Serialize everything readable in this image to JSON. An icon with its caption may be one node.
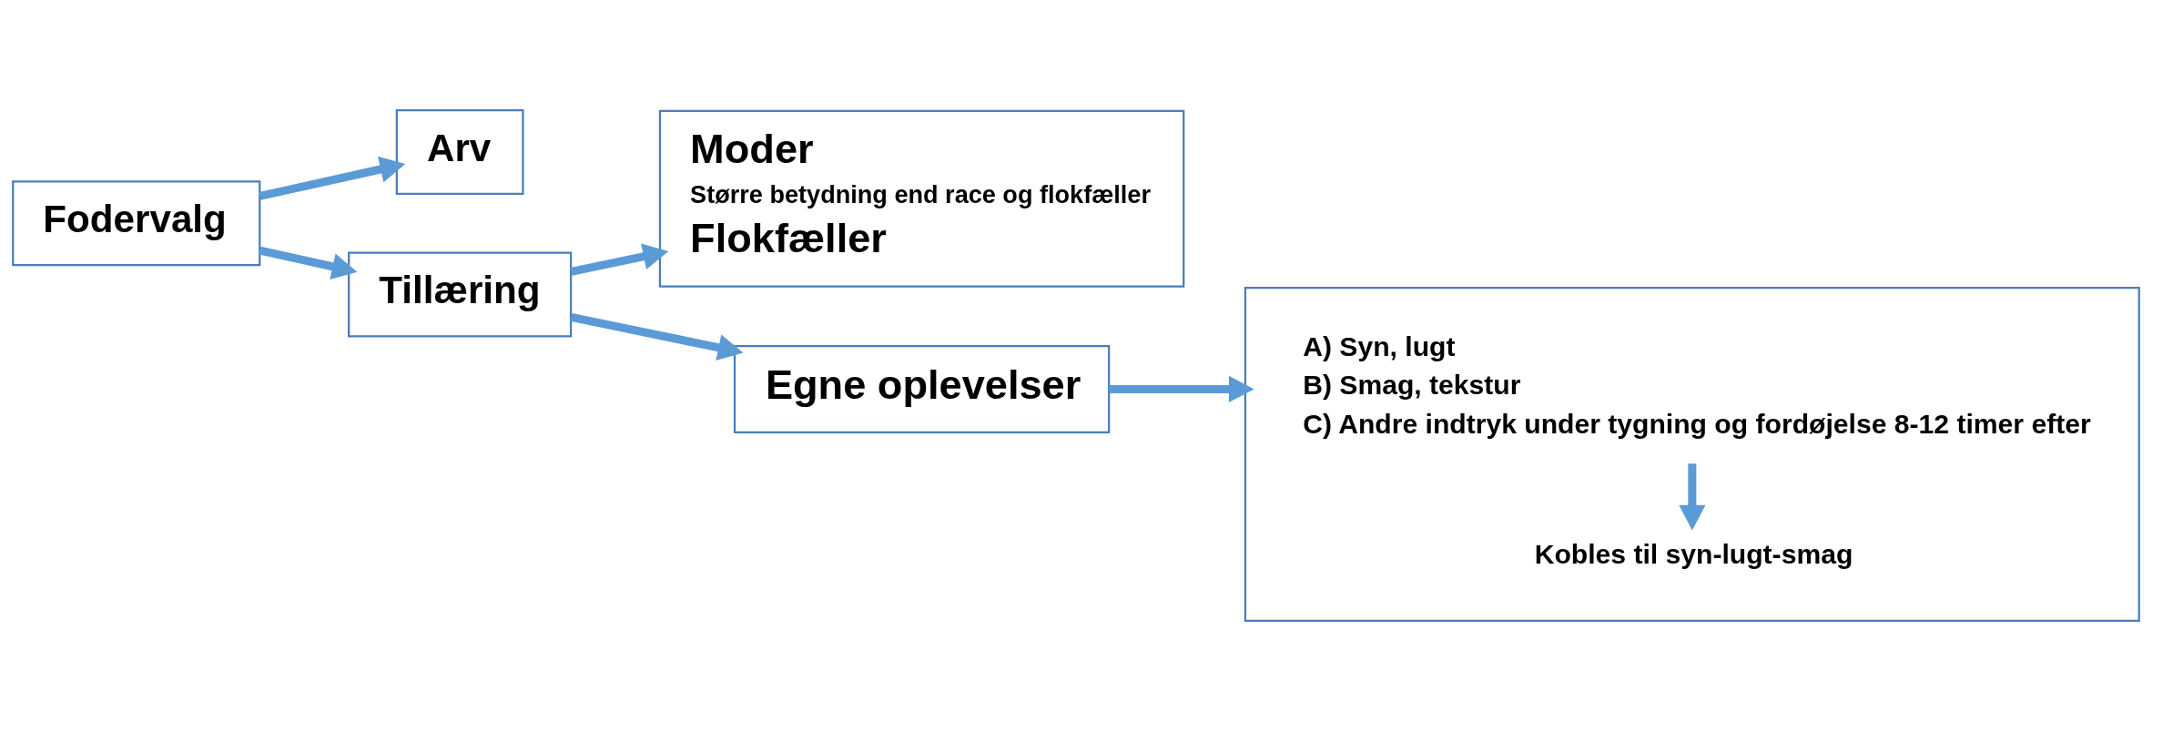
{
  "diagram": {
    "nodes": [
      {
        "text": [
          "Fodervalg"
        ]
      },
      {
        "text": [
          "Arv"
        ]
      },
      {
        "text": [
          "Tillæring"
        ]
      },
      {
        "text": [
          "Moder",
          "Større betydning end race og flokfæller",
          "Flokfæller"
        ]
      },
      {
        "text": [
          "Egne oplevelser"
        ]
      },
      {
        "text": [],
        "shape": "box"
      },
      {
        "text": [
          "A) Syn, lugt",
          "B) Smag, tekstur",
          "C) Andre indtryk under tygning og fordøjelse 8-12 timer efter"
        ],
        "in": 5
      },
      {
        "text": [
          "Kobles til syn-lugt-smag"
        ],
        "in": 5
      }
    ],
    "edges": [
      {
        "from": 0,
        "to": 1,
        "arrow": "to"
      },
      {
        "from": 0,
        "to": 2,
        "arrow": "to"
      },
      {
        "from": 2,
        "to": 3,
        "arrow": "to"
      },
      {
        "from": 2,
        "to": 4,
        "arrow": "to"
      },
      {
        "from": 4,
        "to": 5,
        "arrow": "to"
      },
      {
        "from": 6,
        "to": 7,
        "arrow": "to"
      }
    ]
  }
}
